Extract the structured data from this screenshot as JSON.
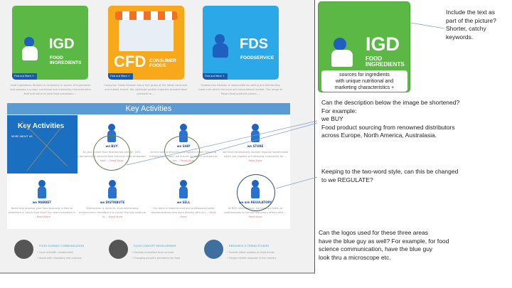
{
  "divisions": [
    {
      "abbr": "IGD",
      "name_lines": [
        "FOOD",
        "INGREDIENTS"
      ],
      "color": "#5bb845",
      "button": "Find out More +",
      "description": "Food Ingredients Division is constantly in search of ingredients that possess a unique nutritional and marketing characteristics that add value to local food processors ..."
    },
    {
      "abbr": "CFD",
      "name_lines": [
        "CONSUMER",
        "FOODS"
      ],
      "color": "#f7a81b",
      "button": "Find out More +",
      "description": "Consumer Foods Division has a firm grasp of the latest consumer and market trends. We distribute quality imported branded food products to ..."
    },
    {
      "abbr": "FDS",
      "name_lines": [
        "FOODSERVICE"
      ],
      "color": "#2ba8e8",
      "button": "Find out More +",
      "description": "Foodservice Division is responsible for selling and distributing meat cuts within the local and international market. The range of frozen food products covers ..."
    }
  ],
  "key_activities": {
    "header": "Key Activities",
    "box_title": "Key Activities",
    "box_link": "MORE ABOUT US",
    "read_more": "Read More",
    "items": [
      {
        "label": "we BUY",
        "text": "As your reliant food distribution partner, DFG internationally sources food products from renowned food ..."
      },
      {
        "label": "we SHIP",
        "text": "Armed with a shipping and logistics team, shipping management team, we ensure all logistic procedures are ..."
      },
      {
        "label": "we STORE",
        "text": "We have strategically located regional warehouses which are capable of managing inventories for ..."
      },
      {
        "label": "we MARKET",
        "text": "Need help growing your food business in Asia or elsewhere in South-East Asia? Our team members in ..."
      },
      {
        "label": "we DISTRIBUTE",
        "text": "Distribution is dynamic, ever-demanding environment; therefore it is crucial that we continue to ..."
      },
      {
        "label": "we SELL",
        "text": "Our team of experienced and professional sales representatives who work directly with our ..."
      },
      {
        "label": "we are REGULATORY",
        "text": "At DFG International, we have our team of professionals to handle regulatory affairs with ..."
      }
    ]
  },
  "food_areas": [
    {
      "title": "FOOD SCIENCE COMMUNICATION",
      "bullets": [
        "Local scientific collaboration",
        "Assist with regulatory and customs"
      ]
    },
    {
      "title": "FOOD CONCEPT DEVELOPMENT",
      "bullets": [
        "Develop innovative food concept",
        "Changing people's perception for food"
      ]
    },
    {
      "title": "RESEARCH & TREND STUDIES",
      "bullets": [
        "Provide latest updates on food trends",
        "Gauge market response in the industry"
      ]
    }
  ],
  "mockup": {
    "abbr": "IGD",
    "name_lines": [
      "FOOD",
      "INGREDIENTS"
    ],
    "caption_lines": [
      "sources for ingredients",
      "with unique nutritional and",
      "marketing characteristics +"
    ]
  },
  "comments": [
    {
      "lines": [
        "Include the text as",
        "part of the picture?",
        "Shorter, catchy",
        "keywords."
      ]
    },
    {
      "lines": [
        "Can the description below the image be shortened?",
        "For example:",
        "we BUY",
        "Food product sourcing from renowned distributors",
        "across Europe, North America, Australasia."
      ]
    },
    {
      "lines": [
        "Keeping to the two-word style, can this be changed",
        "to we REGULATE?"
      ]
    },
    {
      "lines": [
        "Can the logos used for these three areas",
        "have the blue guy as well? For example, for food",
        "science communication, have the blue guy",
        "look thru a microscope etc."
      ]
    }
  ]
}
